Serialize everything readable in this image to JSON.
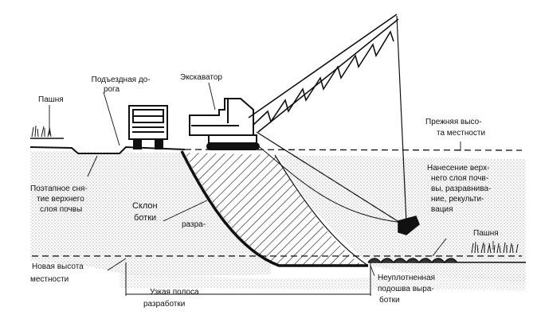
{
  "colors": {
    "ink": "#111111",
    "background": "#ffffff",
    "hatch": "#222222"
  },
  "labels": {
    "field_left": "Пашня",
    "access_road": [
      "Подъездная до-",
      "рога"
    ],
    "excavator": "Экскаватор",
    "former_height": [
      "Прежняя высо-",
      "та местности"
    ],
    "topsoil_removal": [
      "Поэтапное сня-",
      "тие верхнего",
      "слоя почвы"
    ],
    "slope": [
      "Склон",
      "ботки"
    ],
    "slope_cut": "разра-",
    "reclamation": [
      "Нанесение верх-",
      "него слоя почв-",
      "вы, разравнива-",
      "ние, рекульти-",
      "вация"
    ],
    "field_right": "Пашня",
    "new_height": [
      "Новая высота",
      "местности"
    ],
    "narrow_strip": [
      "Узкая полоса",
      "разработки"
    ],
    "pit_bottom": [
      "Неуплотненная",
      "подошва выра-",
      "ботки"
    ]
  }
}
